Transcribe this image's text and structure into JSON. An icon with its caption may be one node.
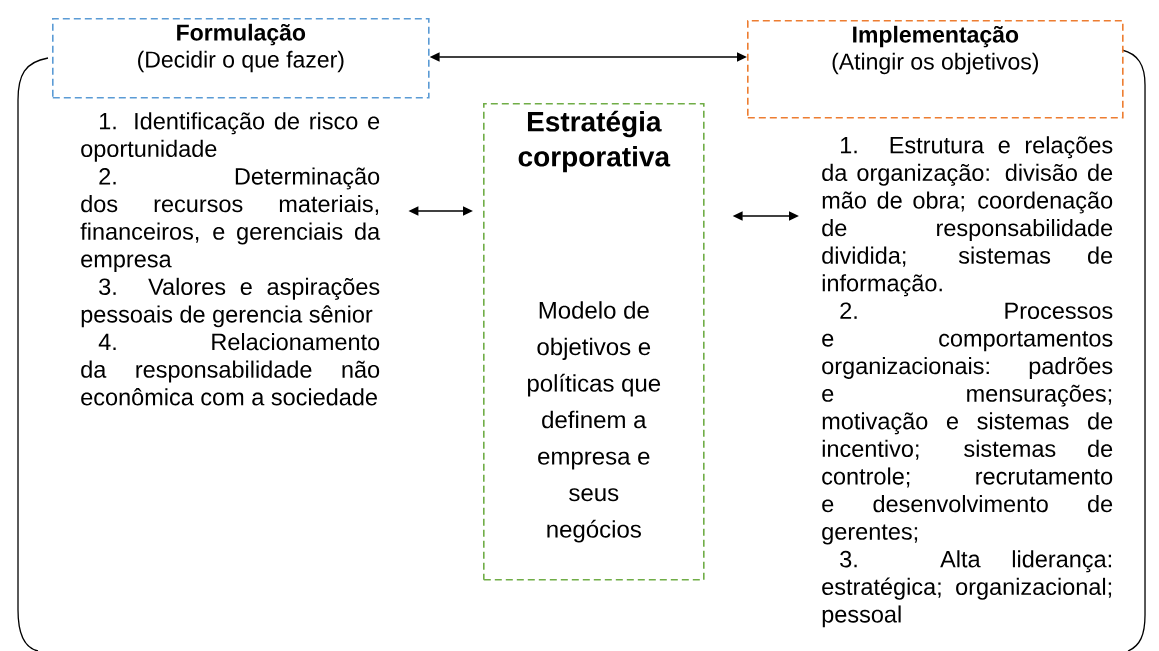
{
  "diagram": {
    "nodes": [
      {
        "text": [
          "Formulação",
          "(Decidir o que fazer)"
        ]
      },
      {
        "text": [
          "Implementação",
          "(Atingir os objetivos)"
        ]
      },
      {
        "text": [
          "Estratégia corporativa",
          "Modelo de objetivos e políticas que definem a empresa e seus negócios"
        ]
      },
      {
        "text": [
          "1. Identificação de risco e oportunidade",
          "2. Determinação dos recursos materiais, financeiros, e gerenciais da empresa",
          "3. Valores e aspirações pessoais de gerencia sênior",
          "4. Relacionamento da responsabilidade não econômica com a sociedade"
        ]
      },
      {
        "text": [
          "1. Estrutura e relações da organização: divisão de mão de obra; coordenação de responsabilidade dividida; sistemas de informação.",
          "2. Processos e comportamentos organizacionais: padrões e mensurações; motivação e sistemas de incentivo; sistemas de controle; recrutamento e desenvolvimento de gerentes;",
          "3. Alta liderança: estratégica; organizacional; pessoal"
        ]
      }
    ],
    "edges": [
      {
        "from": 0,
        "to": 1,
        "arrow": "both"
      },
      {
        "from": 3,
        "to": 2,
        "arrow": "both"
      },
      {
        "from": 2,
        "to": 4,
        "arrow": "both"
      }
    ]
  }
}
